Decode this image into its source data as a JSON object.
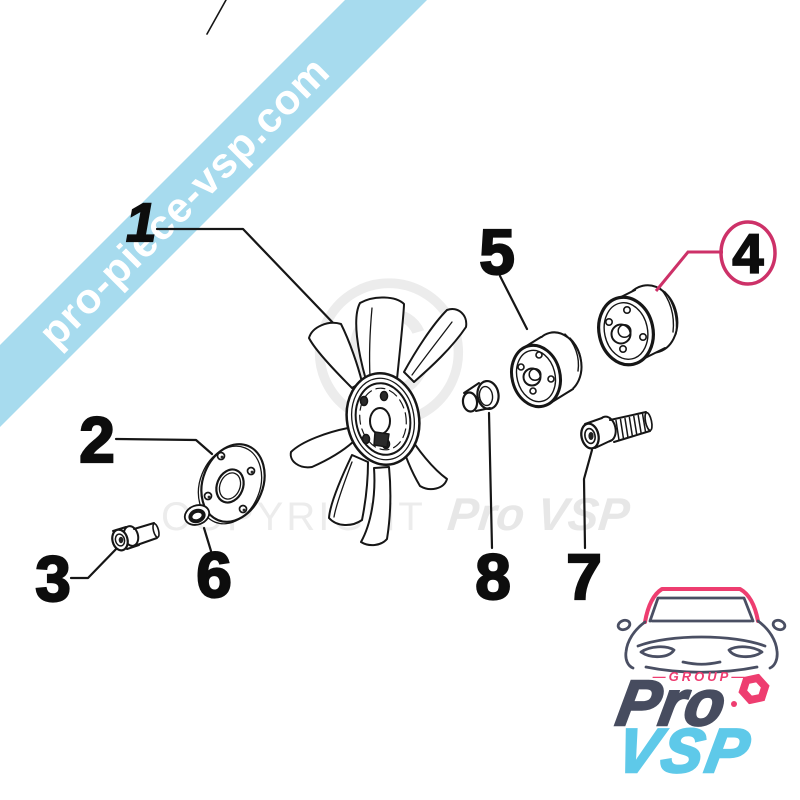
{
  "banner": {
    "text": "pro-piece-vsp.com",
    "color": "#a7dbee",
    "text_color": "#ffffff"
  },
  "parts": [
    {
      "number": "1"
    },
    {
      "number": "2"
    },
    {
      "number": "3"
    },
    {
      "number": "4"
    },
    {
      "number": "5"
    },
    {
      "number": "6"
    },
    {
      "number": "7"
    },
    {
      "number": "8"
    }
  ],
  "callout": {
    "number": "4",
    "color": "#cd3168"
  },
  "watermark": {
    "symbol": "©",
    "copyright": "COPYRIGHT",
    "brand": "Pro VSP"
  },
  "logo": {
    "group": "—GROUP—",
    "line1": "Pro",
    "line2": "VSP",
    "pink": "#ee3d70",
    "dark": "#474c5f",
    "cyan": "#5ec9e9"
  }
}
